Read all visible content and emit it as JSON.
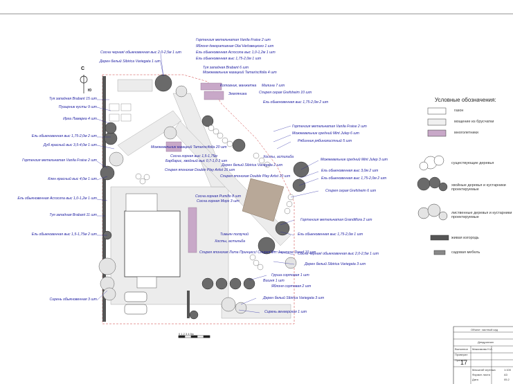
{
  "labels_left": [
    {
      "text": "Сосна черная/ обыкновенная выс 2,0-2,5м 1 шт",
      "side": "left"
    },
    {
      "text": "Дерен белый Sibirica Variegata 1 шт",
      "side": "left"
    },
    {
      "text": "Туя западная Brabant 15 шт",
      "side": "left"
    },
    {
      "text": "Пузырник кусты 9 шт",
      "side": "left"
    },
    {
      "text": "Ирга Ламарка 4 шт",
      "side": "left"
    },
    {
      "text": "Ель обыкновенная выс 1,75-2,0м 2 шт",
      "side": "left"
    },
    {
      "text": "Дуб красный выс 3,5-4,0м 1 шт",
      "side": "left"
    },
    {
      "text": "Гортензия метельчатая Vanila Fraise 2 шт",
      "side": "left"
    },
    {
      "text": "Клен красный выс 4,0м 1 шт",
      "side": "left"
    },
    {
      "text": "Ель обыкновенная Acrocona выс 1,0-1,2м 1 шт",
      "side": "left"
    },
    {
      "text": "Туя западная Brabant 11 шт",
      "side": "left"
    },
    {
      "text": "Ель обыкновенная выс 1,5-1,75м 2 шт",
      "side": "left"
    },
    {
      "text": "Сирень обыкновенная 3 шт",
      "side": "left"
    }
  ],
  "labels_top": [
    "Гортензия метельчатая Vanila Fraise 2 шт",
    "Яблоня декоративная Ola/ Недзвецкого 1 шт",
    "Ель обыкновенная Acrocona выс 1,0-1,2м 1 шт",
    "Ель обыкновенная выс 1,75-2,0м 1 шт",
    "Туя западная Brabant 6 шт",
    "Можжевельник казацкий Tamariscifolia 4 шт",
    "Котовник, манжетка",
    "Земляника",
    "Малина 7 шт",
    "Спирея серая Grefsheim 10 шт",
    "Ель обыкновенная выс 1,75-2,0м 2 шт"
  ],
  "labels_mid": [
    "Можжевельник казацкий Tamariscifolia 20 шт",
    "Сосна горная выс 1,5-1,75м",
    "Барбарис, хвойный выс 0,7-1,0 3 шт",
    "Спирея японская Double Play Artist 16 шт",
    "Дерен белый Sibirica Variegata 2 шт",
    "Спирея японская Double Play Artist 10 шт",
    "Хосты, астильба",
    "Сосна горная Pumillo 8 шт",
    "Сосна горная Mops 3 шт",
    "Тимьян ползучий",
    "Хосты, астильба",
    "Спирея японская Лита Принцесс/ Спирея вт. Japanese Dwarf 10 шт"
  ],
  "labels_right": [
    "Гортензия метельчатая Vanila Fraise 2 шт",
    "Можжевельник средний Mint Julep 6 шт",
    "Рябинник рябинолистный 5 шт",
    "Можжевельник средний Mint Julep 3 шт",
    "Ель обыкновенная выс 3,0м 2 шт",
    "Ель обыкновенная выс 1,75-2,0м 2 шт",
    "Спирея серая Grefsheim 6 шт",
    "Гортензия метельчатая Grandiflora 2 шт",
    "Ель обыкновенная выс 1,75-2,0м 1 шт",
    "Сосна черная/ обыкновенная выс 2,0-2,5м 1 шт",
    "Дерен белый Sibirica Variegata 3 шт",
    "Груша сортовая 1 шт",
    "Вишня 1 шт",
    "Яблоня сортовая 2 шт",
    "Дерен белый Sibirica Variegata 3 шт",
    "Сирень венгерская 1 шт"
  ],
  "legend": {
    "title": "Условные обозначения:",
    "items": [
      {
        "label": "газон",
        "color": "#ffffff"
      },
      {
        "label": "мощение из брусчатки",
        "color": "#f4f4f4"
      },
      {
        "label": "многолетники",
        "color": "#c8a8c8"
      },
      {
        "label": "существующие деревья",
        "color": "#ffffff"
      },
      {
        "label": "хвойные деревья и кустарники проектируемые",
        "color": "#888888"
      },
      {
        "label": "лиственные деревья и кустарники проектируемые",
        "color": "#dddddd"
      },
      {
        "label": "живая изгородь",
        "color": "#444444"
      },
      {
        "label": "садовая мебель",
        "color": "#666666"
      }
    ]
  },
  "north": {
    "top": "С",
    "bottom": "Ю"
  },
  "scale": "0 1 2 3 4 5м",
  "title_block": {
    "object": "Объект: частный сад",
    "sheet_name": "Дендроплан",
    "sheet_number": "17",
    "rows": [
      "Выполнил",
      "Проверил",
      "Принял"
    ],
    "name": "Максимова Н.А.",
    "fields": [
      "Масштаб чертежа",
      "Формат листа",
      "Дата"
    ],
    "field_values": [
      "1:100",
      "А3",
      "05.2"
    ]
  },
  "colors": {
    "label_blue": "#1a1aa0",
    "perennial": "#c8a8c8",
    "paving": "#e8e8e8",
    "gravel": "#a89888"
  }
}
